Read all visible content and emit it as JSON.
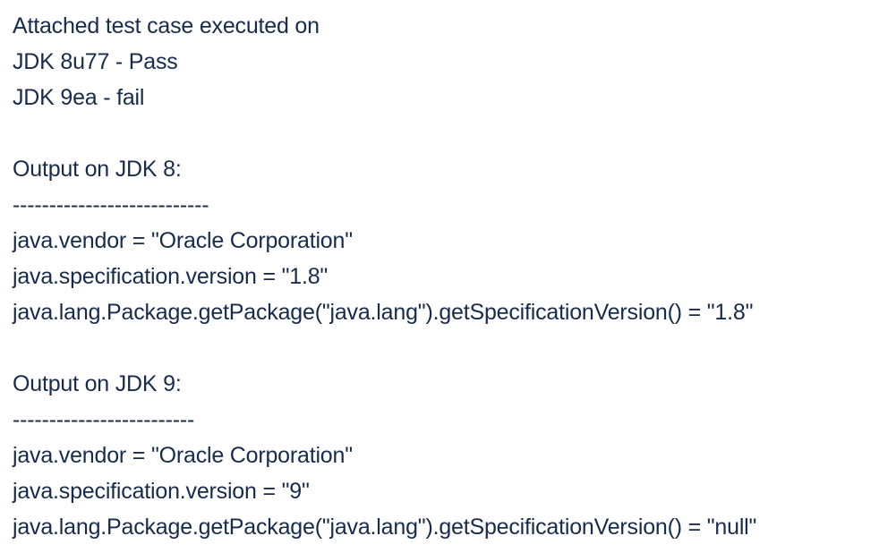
{
  "comment": {
    "lines": [
      "Attached test case executed on",
      "JDK 8u77 - Pass",
      "JDK 9ea - fail",
      "",
      "Output on JDK 8:",
      "---------------------------",
      "java.vendor = \"Oracle Corporation\"",
      "java.specification.version = \"1.8\"",
      "java.lang.Package.getPackage(\"java.lang\").getSpecificationVersion() = \"1.8\"",
      "",
      "Output on JDK 9:",
      "-------------------------",
      "java.vendor = \"Oracle Corporation\"",
      "java.specification.version = \"9\"",
      "java.lang.Package.getPackage(\"java.lang\").getSpecificationVersion() = \"null\""
    ]
  }
}
